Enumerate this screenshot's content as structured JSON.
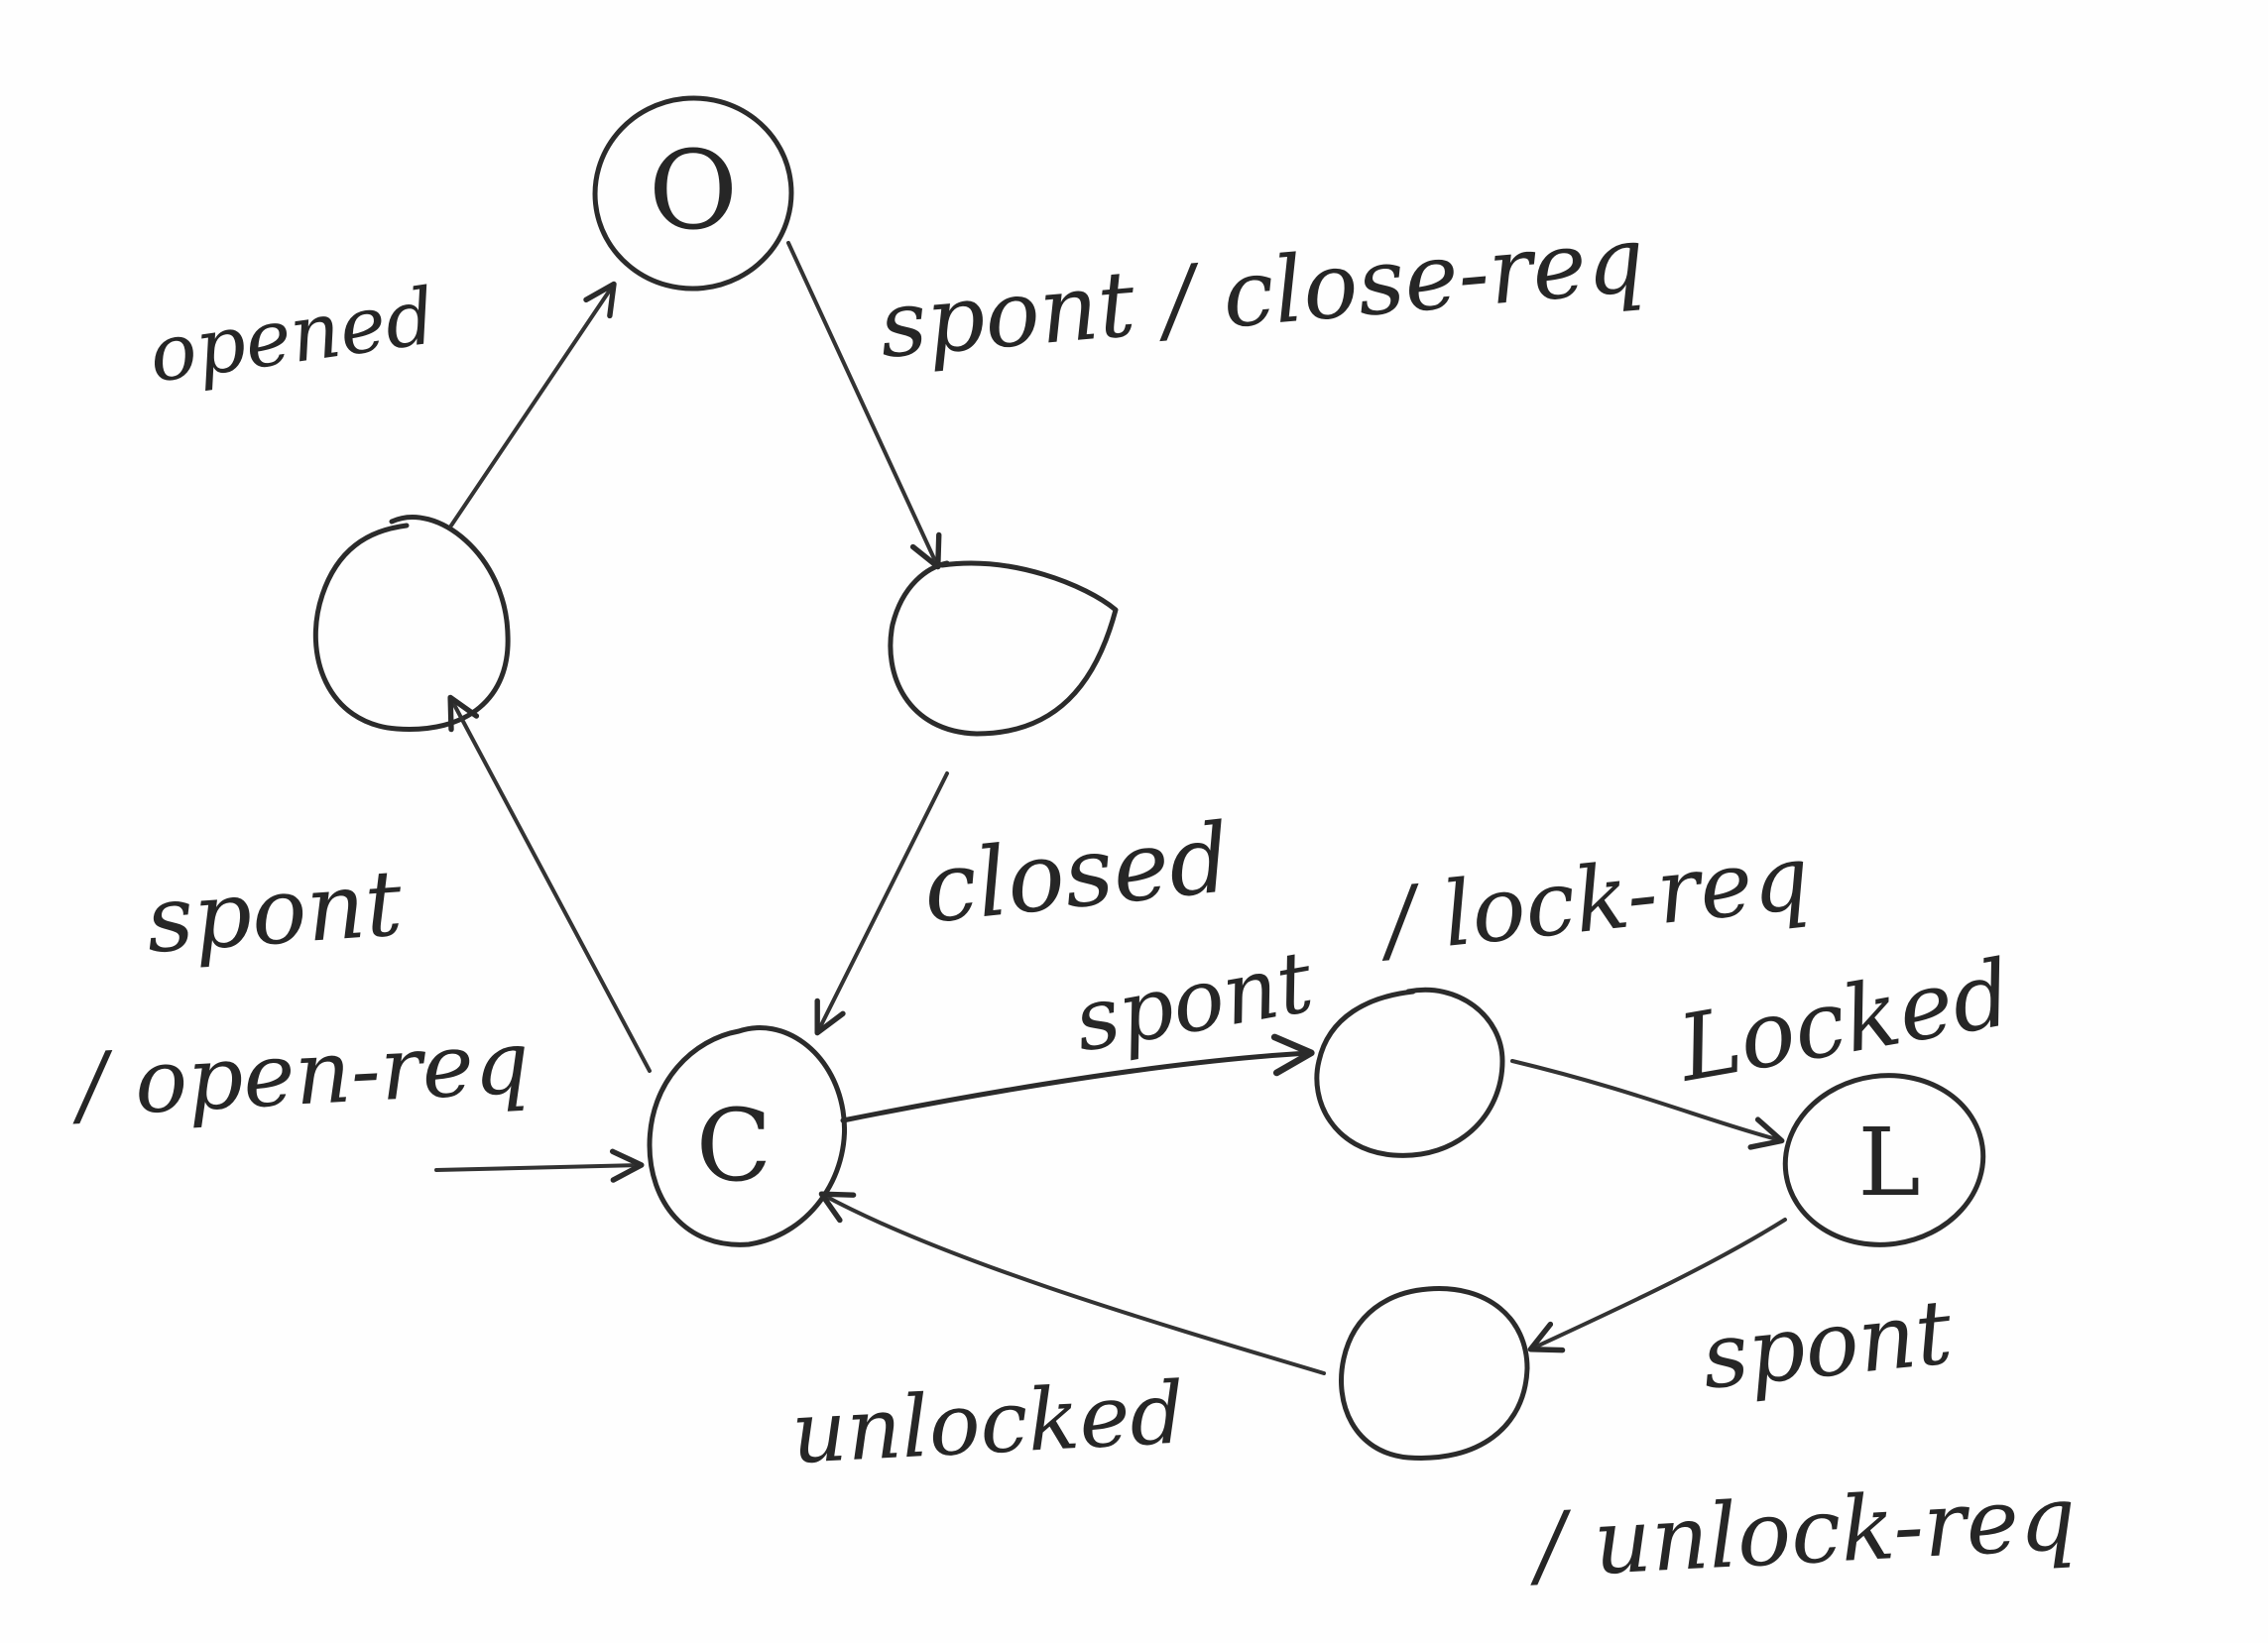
{
  "diagram": {
    "states": [
      {
        "id": "O",
        "label": "O"
      },
      {
        "id": "C",
        "label": "C"
      },
      {
        "id": "L",
        "label": "L"
      },
      {
        "id": "s_open_pending",
        "label": ""
      },
      {
        "id": "s_close_pending",
        "label": ""
      },
      {
        "id": "s_lock_pending",
        "label": ""
      },
      {
        "id": "s_unlock_pending",
        "label": ""
      }
    ],
    "labels": {
      "opened": "opened",
      "spont_close": "spont / close-req",
      "spont_open_1": "spont",
      "spont_open_2": "/ open-req",
      "closed": "closed",
      "spont_lock_1": "spont",
      "spont_lock_2": "/ lock-req",
      "locked": "Locked",
      "unlocked": "unlocked",
      "spont_unlock_1": "spont",
      "spont_unlock_2": "/ unlock-req"
    }
  }
}
